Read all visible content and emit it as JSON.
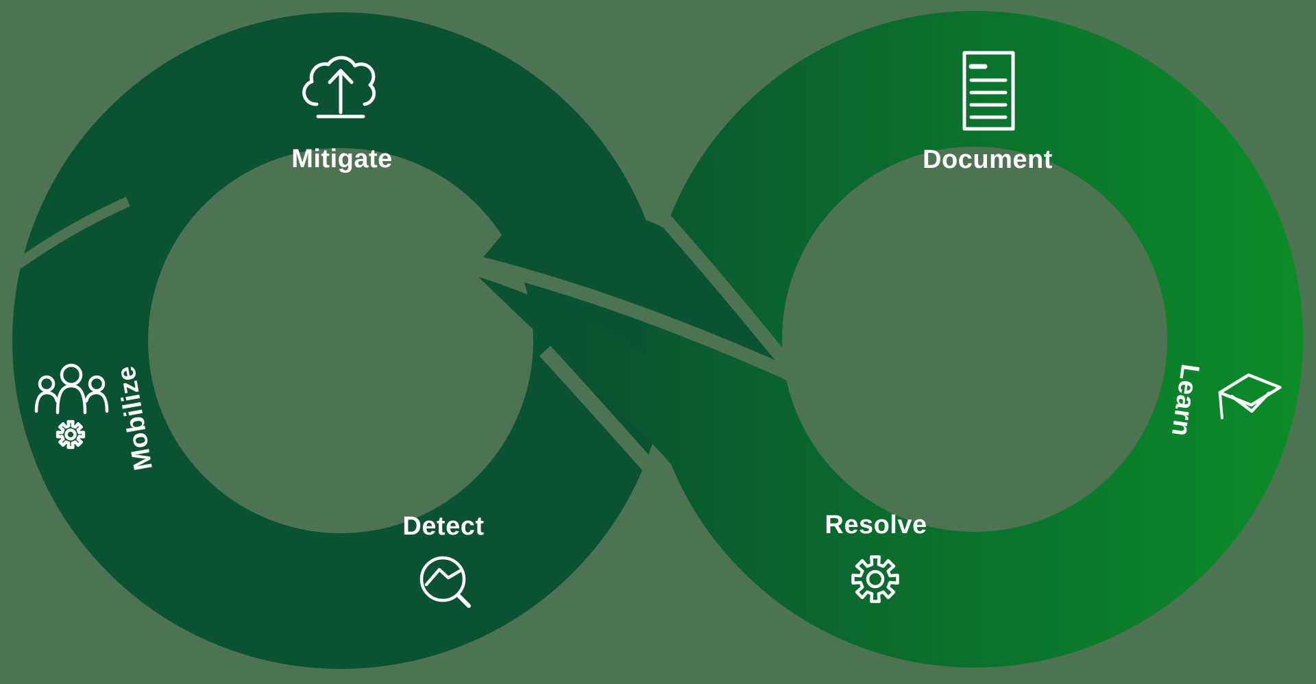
{
  "colors": {
    "background": "#4D7352",
    "loop-dark": "#0A5231",
    "loop-bright": "#0C8C28",
    "label": "#FFFFFF"
  },
  "stages": [
    {
      "label": "Mitigate",
      "icon": "cloud-upload-icon"
    },
    {
      "label": "Document",
      "icon": "document-icon"
    },
    {
      "label": "Learn",
      "icon": "graduation-cap-icon"
    },
    {
      "label": "Resolve",
      "icon": "gear-icon"
    },
    {
      "label": "Detect",
      "icon": "search-trend-icon"
    },
    {
      "label": "Mobilize",
      "icon": "team-gear-icon"
    }
  ]
}
